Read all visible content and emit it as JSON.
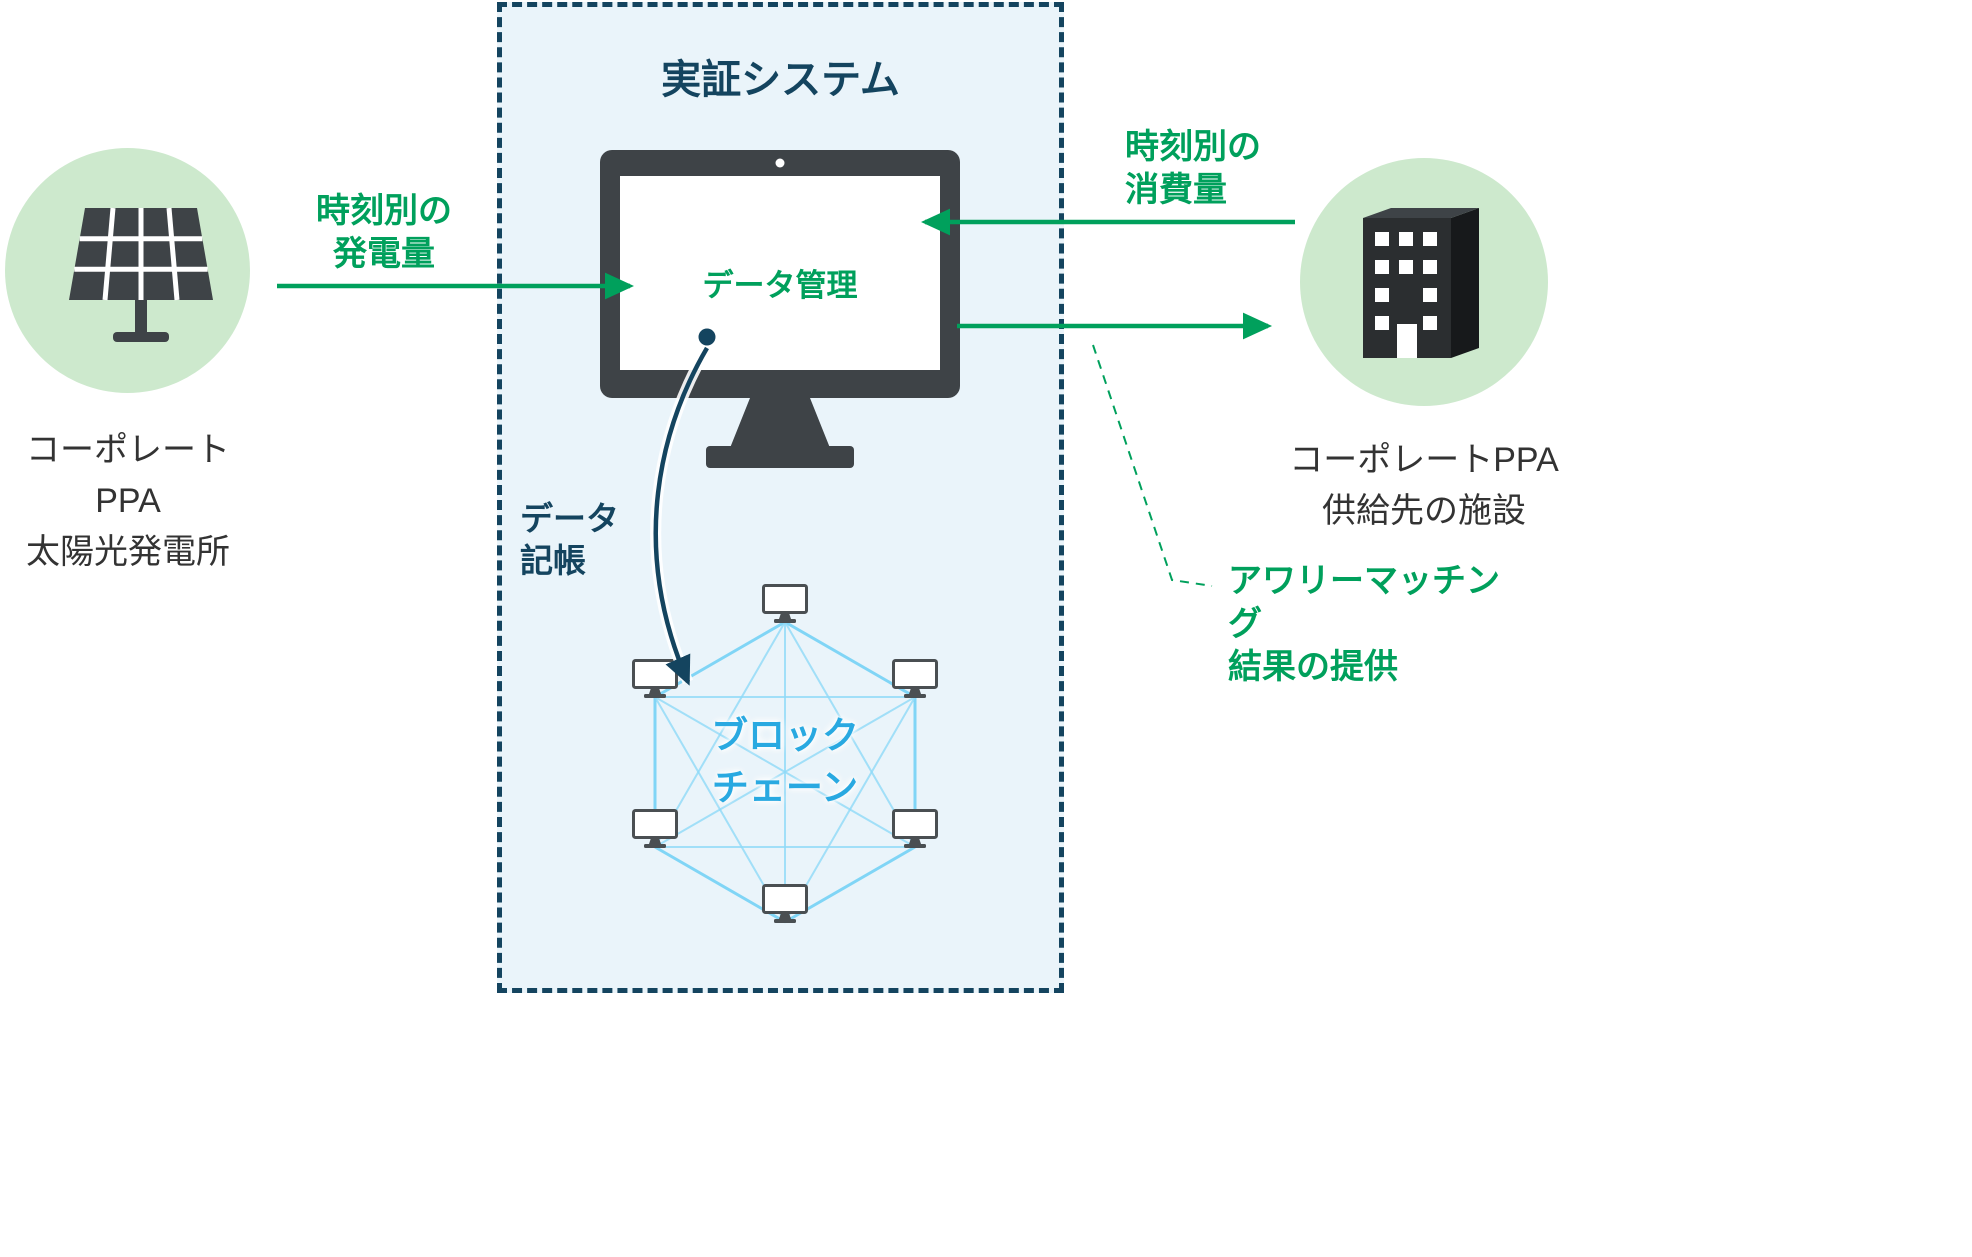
{
  "diagram": {
    "title": "実証システム",
    "left_node": {
      "name_line1": "コーポレートPPA",
      "name_line2": "太陽光発電所"
    },
    "right_node": {
      "name_line1": "コーポレートPPA",
      "name_line2": "供給先の施設"
    },
    "system": {
      "data_management": "データ管理",
      "data_recording_line1": "データ",
      "data_recording_line2": "記帳",
      "blockchain_line1": "ブロック",
      "blockchain_line2": "チェーン"
    },
    "flows": {
      "generation_line1": "時刻別の",
      "generation_line2": "発電量",
      "consumption_line1": "時刻別の",
      "consumption_line2": "消費量",
      "matching_line1": "アワリーマッチング",
      "matching_line2": "結果の提供"
    },
    "colors": {
      "green": "#00A05C",
      "light_green": "#CDE9CD",
      "navy": "#14445F",
      "panel_bg": "#EAF4FA",
      "blockchain_blue": "#74D1F5",
      "blockchain_text": "#29A9E1",
      "device_gray": "#3E4347",
      "text_dark": "#333333"
    }
  }
}
